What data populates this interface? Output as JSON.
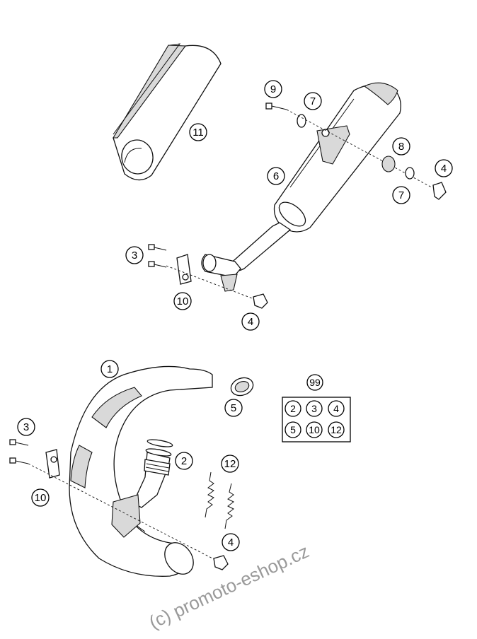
{
  "callouts": {
    "n1": "1",
    "n2": "2",
    "n3a": "3",
    "n3b": "3",
    "n4a": "4",
    "n4b": "4",
    "n4c": "4",
    "n5": "5",
    "n6": "6",
    "n7a": "7",
    "n7b": "7",
    "n8": "8",
    "n9": "9",
    "n10a": "10",
    "n10b": "10",
    "n11": "11",
    "n12": "12"
  },
  "kit": {
    "label": "99",
    "items": [
      "2",
      "3",
      "4",
      "5",
      "10",
      "12"
    ]
  },
  "watermark": "(c) promoto-eshop.cz"
}
